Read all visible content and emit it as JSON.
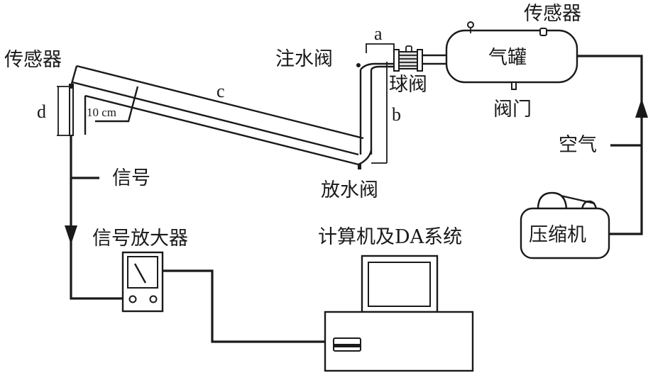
{
  "diagram": {
    "type": "experimental-setup-schematic",
    "labels": {
      "sensor_left": "传感器",
      "sensor_top": "传感器",
      "dim_a": "a",
      "dim_b": "b",
      "dim_c": "c",
      "dim_d": "d",
      "scale": "10 cm",
      "fill_valve": "注水阀",
      "ball_valve": "球阀",
      "gas_tank": "气罐",
      "valve": "阀门",
      "drain_valve": "放水阀",
      "air": "空气",
      "signal": "信号",
      "amplifier": "信号放大器",
      "computer": "计算机及DA系统",
      "compressor": "压缩机"
    },
    "components": [
      {
        "id": "compressor",
        "label_key": "compressor"
      },
      {
        "id": "gas_tank",
        "label_key": "gas_tank"
      },
      {
        "id": "ball_valve",
        "label_key": "ball_valve"
      },
      {
        "id": "inclined_pipe",
        "label_key": "dim_c"
      },
      {
        "id": "signal_amplifier",
        "label_key": "amplifier"
      },
      {
        "id": "computer_da",
        "label_key": "computer"
      }
    ],
    "flows": [
      {
        "from": "compressor",
        "to": "gas_tank",
        "label_key": "air",
        "arrow": "up"
      },
      {
        "from": "sensor_left",
        "to": "signal_amplifier",
        "label_key": "signal",
        "arrow": "down"
      },
      {
        "from": "signal_amplifier",
        "to": "computer_da"
      }
    ],
    "colors": {
      "line": "#1a1a1a",
      "background": "#ffffff"
    }
  }
}
